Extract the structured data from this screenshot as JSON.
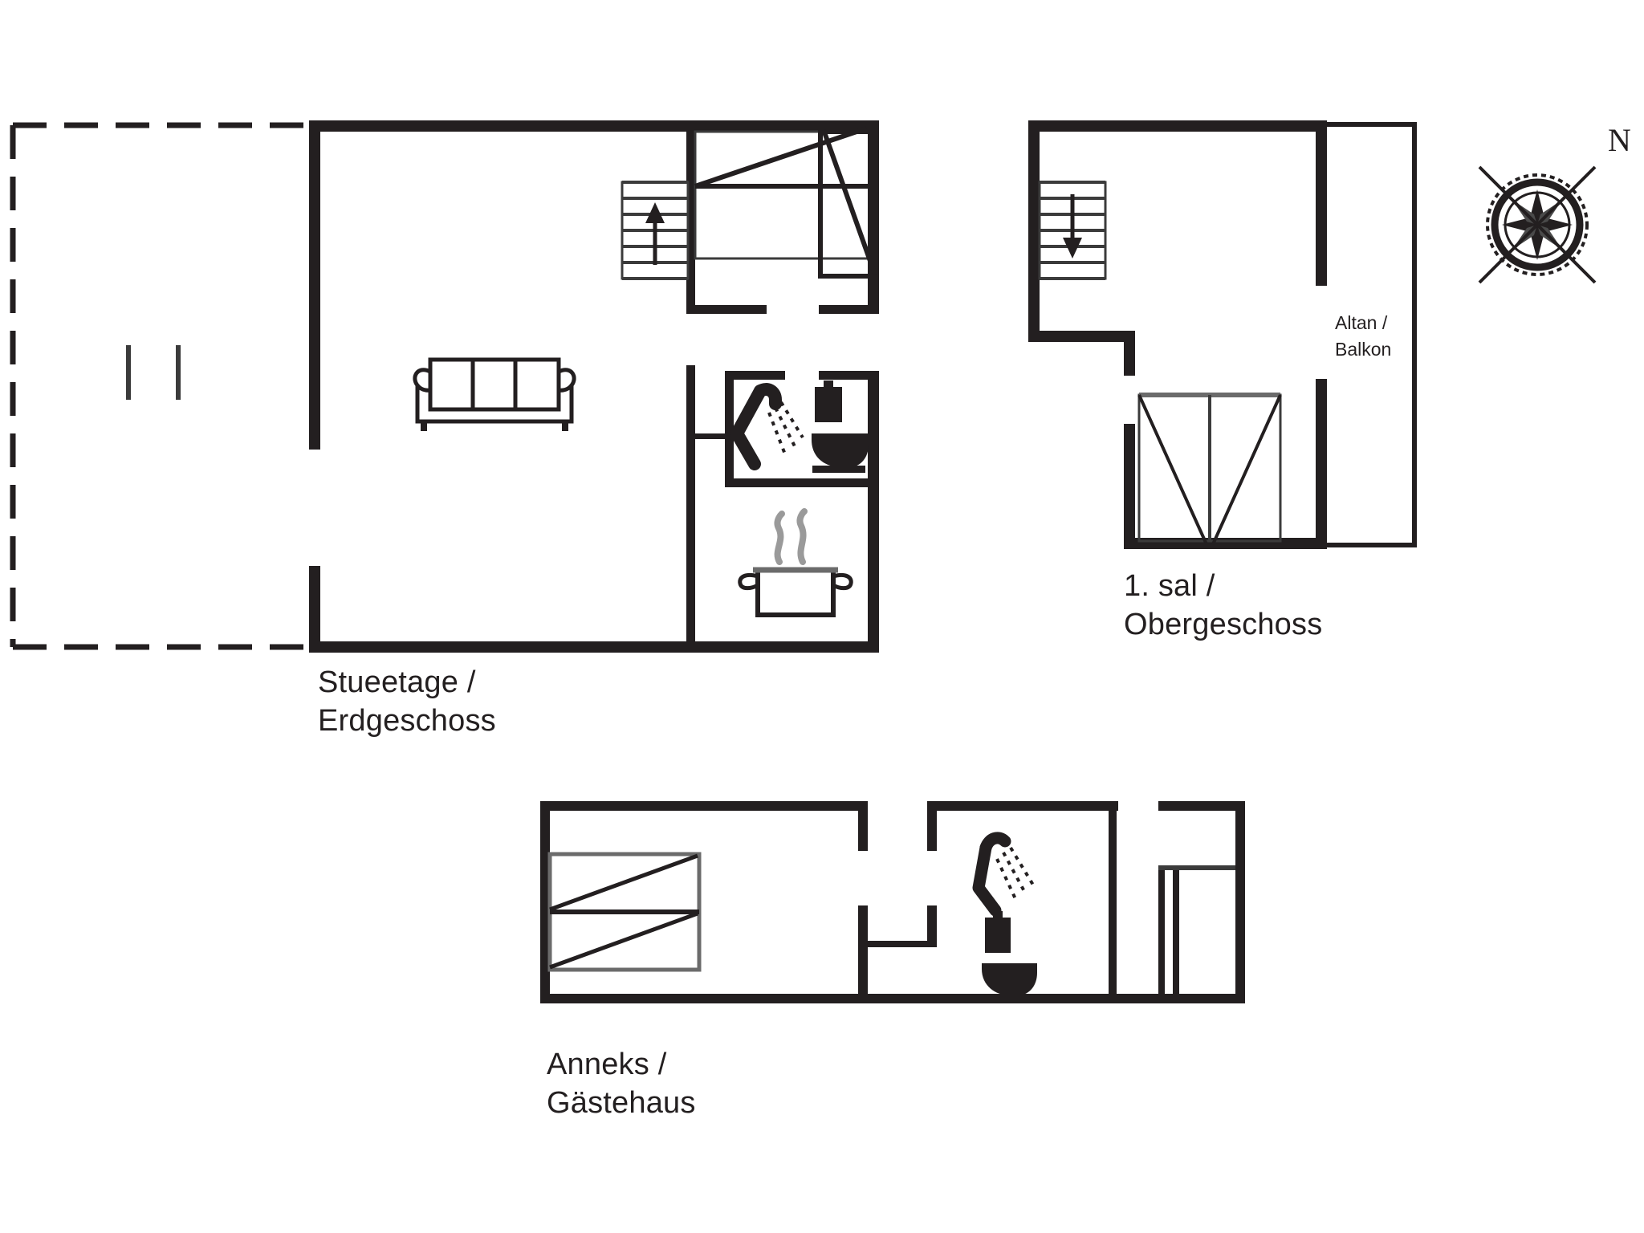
{
  "document": {
    "kind": "floor-plan",
    "background_color": "#ffffff",
    "ink_color": "#231f20",
    "thin_ink_color": "#3b3b3b"
  },
  "floors": [
    {
      "id": "ground",
      "label_line1": "Stueetage /",
      "label_line2": "Erdgeschoss",
      "rooms": [
        {
          "name": "terrace",
          "style": "dashed"
        },
        {
          "name": "living-room",
          "style": "solid"
        },
        {
          "name": "bedroom",
          "style": "solid"
        },
        {
          "name": "bathroom",
          "style": "solid"
        },
        {
          "name": "kitchen",
          "style": "solid"
        }
      ],
      "icons": [
        "sofa-icon",
        "stairs-up-icon",
        "bed-icon",
        "shower-icon",
        "toilet-icon",
        "cooking-pot-icon"
      ]
    },
    {
      "id": "upper",
      "label_line1": "1. sal /",
      "label_line2": "Obergeschoss",
      "room_label": "Altan /\nBalkon",
      "room_label_line1": "Altan /",
      "room_label_line2": "Balkon",
      "rooms": [
        {
          "name": "upper-hall",
          "style": "solid"
        },
        {
          "name": "balcony",
          "style": "solid"
        }
      ],
      "icons": [
        "stairs-down-icon",
        "double-bed-icon"
      ]
    },
    {
      "id": "annex",
      "label_line1": "Anneks /",
      "label_line2": "Gästehaus",
      "rooms": [
        {
          "name": "annex-bedroom",
          "style": "solid"
        },
        {
          "name": "annex-bathroom",
          "style": "solid"
        },
        {
          "name": "annex-storage",
          "style": "solid"
        }
      ],
      "icons": [
        "single-bed-icon",
        "single-bed-icon",
        "shower-icon",
        "toilet-icon"
      ]
    }
  ],
  "compass": {
    "north_label": "N",
    "name": "compass-rose"
  }
}
